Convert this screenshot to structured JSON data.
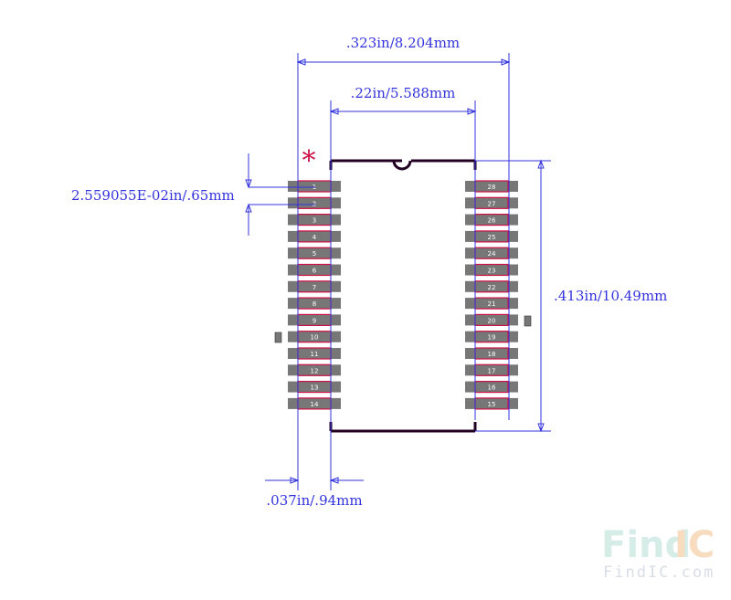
{
  "dimensions": {
    "overall_width": ".323in/8.204mm",
    "body_width": ".22in/5.588mm",
    "pin_pitch": "2.559055E-02in/.65mm",
    "body_length": ".413in/10.49mm",
    "pad_width": ".037in/.94mm"
  },
  "pin1_marker": "*",
  "pins_left": [
    "1",
    "2",
    "3",
    "4",
    "5",
    "6",
    "7",
    "8",
    "9",
    "10",
    "11",
    "12",
    "13",
    "14"
  ],
  "pins_right": [
    "28",
    "27",
    "26",
    "25",
    "24",
    "23",
    "22",
    "21",
    "20",
    "19",
    "18",
    "17",
    "16",
    "15"
  ],
  "watermark": {
    "find": "Find",
    "ic": "IC",
    "url": "FindIC.com"
  },
  "colors": {
    "dimension": "#3333dd",
    "pad": "#777777",
    "pad_outline": "#cc1144",
    "body": "#220022",
    "marker": "#cc1144"
  }
}
